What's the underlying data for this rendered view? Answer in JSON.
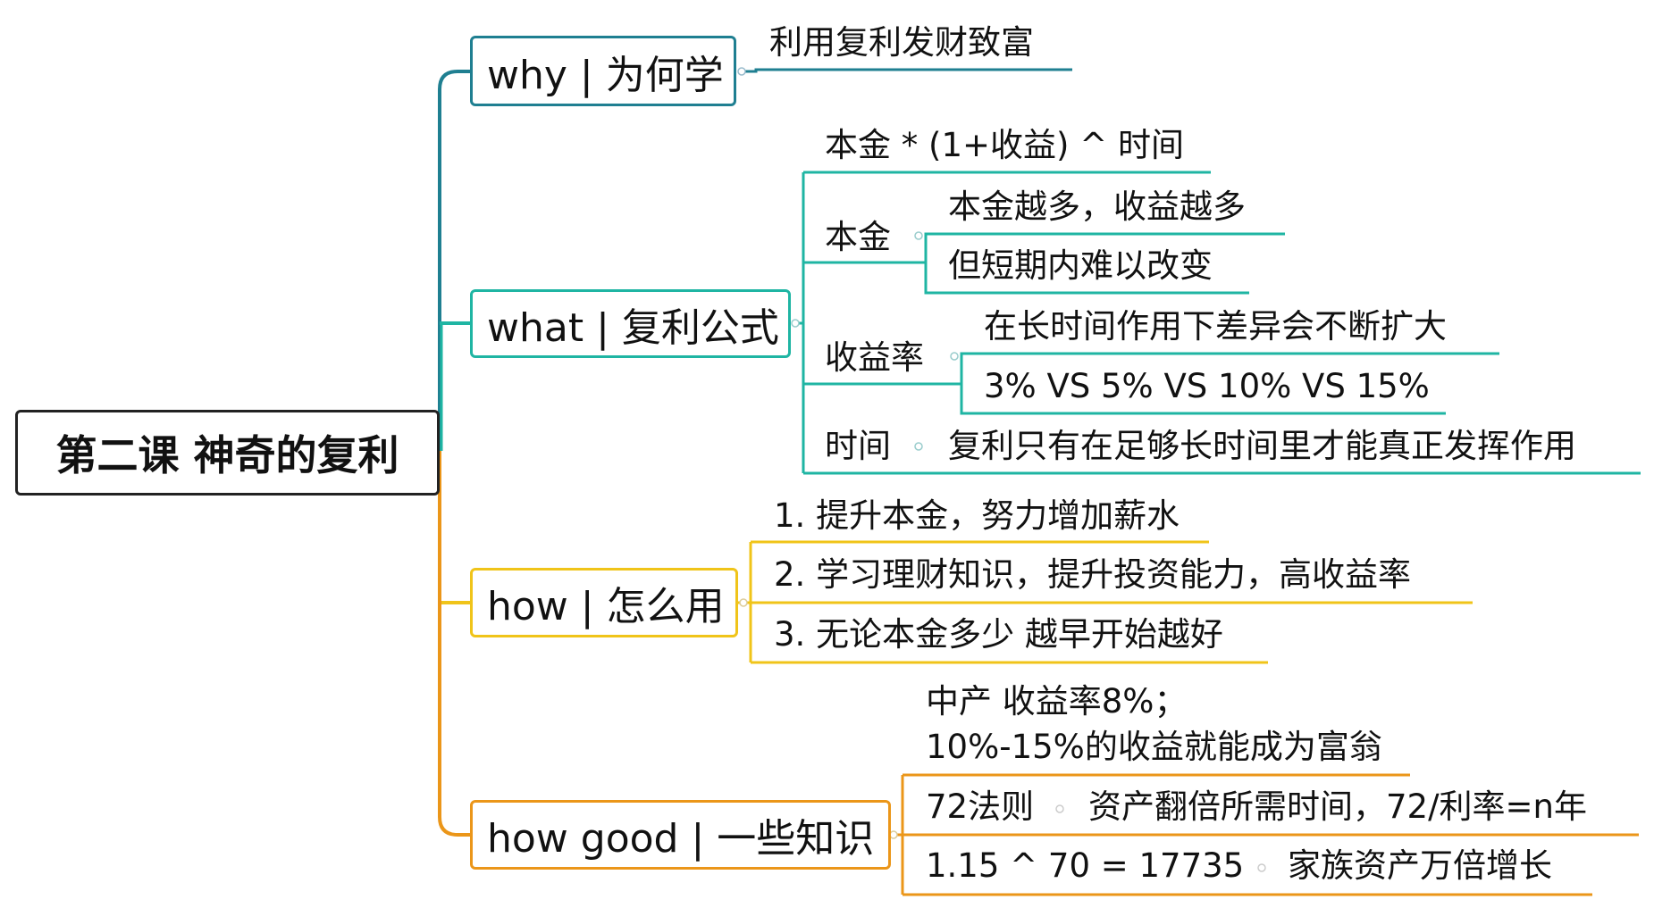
{
  "root": {
    "label": "第二课 神奇的复利"
  },
  "colors": {
    "why": "#1f7f91",
    "what": "#1fb5a3",
    "how": "#f0c419",
    "good": "#eb9619",
    "root_border": "#222222"
  },
  "branches": {
    "why": {
      "label": "why | 为何学",
      "items": [
        "利用复利发财致富"
      ]
    },
    "what": {
      "label": "what | 复利公式",
      "formula": "本金 * (1+收益) ^ 时间",
      "principal": {
        "label": "本金",
        "items": [
          "本金越多，收益越多",
          "但短期内难以改变"
        ]
      },
      "rate": {
        "label": "收益率",
        "items": [
          "在长时间作用下差异会不断扩大",
          "3% VS 5% VS 10% VS 15%"
        ]
      },
      "time": {
        "label": "时间",
        "items": [
          "复利只有在足够长时间里才能真正发挥作用"
        ]
      }
    },
    "how": {
      "label": "how | 怎么用",
      "items": [
        "1. 提升本金，努力增加薪水",
        "2. 学习理财知识，提升投资能力，高收益率",
        "3. 无论本金多少 越早开始越好"
      ]
    },
    "good": {
      "label": "how good | 一些知识",
      "middle_class": {
        "line1": "中产 收益率8%；",
        "line2": "10%-15%的收益就能成为富翁"
      },
      "rule72": {
        "label": "72法则",
        "detail": "资产翻倍所需时间，72/利率=n年"
      },
      "power": {
        "label": "1.15 ^ 70 = 17735",
        "detail": "家族资产万倍增长"
      }
    }
  }
}
